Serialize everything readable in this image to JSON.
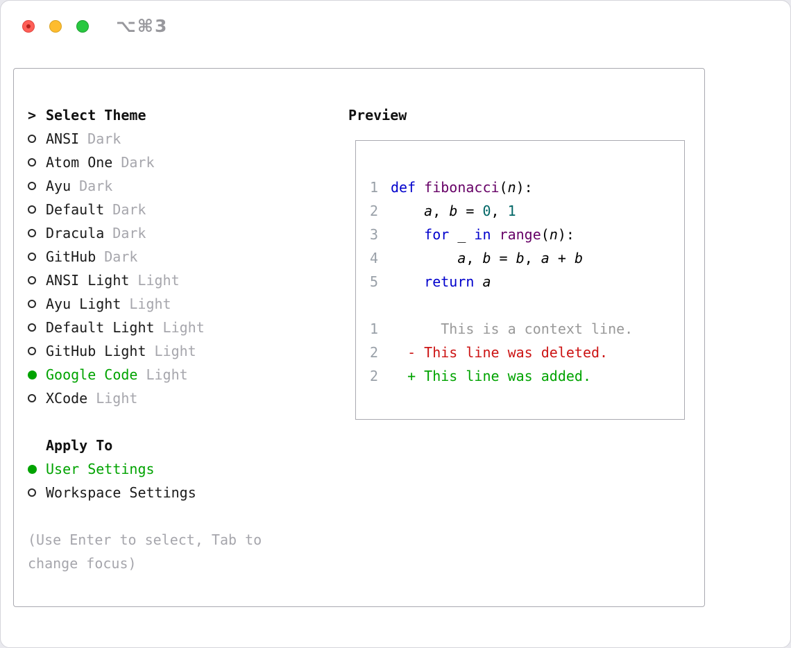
{
  "window": {
    "title": "⌥⌘3"
  },
  "theme_selector": {
    "prefix": ">",
    "header": "Select Theme",
    "items": [
      {
        "name": "ANSI",
        "variant": "Dark",
        "selected": false
      },
      {
        "name": "Atom One",
        "variant": "Dark",
        "selected": false
      },
      {
        "name": "Ayu",
        "variant": "Dark",
        "selected": false
      },
      {
        "name": "Default",
        "variant": "Dark",
        "selected": false
      },
      {
        "name": "Dracula",
        "variant": "Dark",
        "selected": false
      },
      {
        "name": "GitHub",
        "variant": "Dark",
        "selected": false
      },
      {
        "name": "ANSI Light",
        "variant": "Light",
        "selected": false
      },
      {
        "name": "Ayu Light",
        "variant": "Light",
        "selected": false
      },
      {
        "name": "Default Light",
        "variant": "Light",
        "selected": false
      },
      {
        "name": "GitHub Light",
        "variant": "Light",
        "selected": false
      },
      {
        "name": "Google Code",
        "variant": "Light",
        "selected": true
      },
      {
        "name": "XCode",
        "variant": "Light",
        "selected": false
      }
    ]
  },
  "apply_to": {
    "header": "Apply To",
    "options": [
      {
        "label": "User Settings",
        "selected": true
      },
      {
        "label": "Workspace Settings",
        "selected": false
      }
    ]
  },
  "hint": "(Use Enter to select, Tab to change focus)",
  "preview": {
    "header": "Preview",
    "code_lines": [
      {
        "num": "1",
        "tokens": [
          {
            "t": "def ",
            "c": "kw"
          },
          {
            "t": "fibonacci",
            "c": "typ"
          },
          {
            "t": "(",
            "c": "pln"
          },
          {
            "t": "n",
            "c": "var"
          },
          {
            "t": "):",
            "c": "pln"
          }
        ]
      },
      {
        "num": "2",
        "tokens": [
          {
            "t": "    ",
            "c": "pln"
          },
          {
            "t": "a",
            "c": "var"
          },
          {
            "t": ", ",
            "c": "pln"
          },
          {
            "t": "b",
            "c": "var"
          },
          {
            "t": " = ",
            "c": "pln"
          },
          {
            "t": "0",
            "c": "lit"
          },
          {
            "t": ", ",
            "c": "pln"
          },
          {
            "t": "1",
            "c": "lit"
          }
        ]
      },
      {
        "num": "3",
        "tokens": [
          {
            "t": "    ",
            "c": "pln"
          },
          {
            "t": "for",
            "c": "kw"
          },
          {
            "t": " _ ",
            "c": "pln"
          },
          {
            "t": "in",
            "c": "kw"
          },
          {
            "t": " ",
            "c": "pln"
          },
          {
            "t": "range",
            "c": "typ"
          },
          {
            "t": "(",
            "c": "pln"
          },
          {
            "t": "n",
            "c": "var"
          },
          {
            "t": "):",
            "c": "pln"
          }
        ]
      },
      {
        "num": "4",
        "tokens": [
          {
            "t": "        ",
            "c": "pln"
          },
          {
            "t": "a",
            "c": "var"
          },
          {
            "t": ", ",
            "c": "pln"
          },
          {
            "t": "b",
            "c": "var"
          },
          {
            "t": " = ",
            "c": "pln"
          },
          {
            "t": "b",
            "c": "var"
          },
          {
            "t": ", ",
            "c": "pln"
          },
          {
            "t": "a",
            "c": "var"
          },
          {
            "t": " + ",
            "c": "pln"
          },
          {
            "t": "b",
            "c": "var"
          }
        ]
      },
      {
        "num": "5",
        "tokens": [
          {
            "t": "    ",
            "c": "pln"
          },
          {
            "t": "return",
            "c": "kw"
          },
          {
            "t": " ",
            "c": "pln"
          },
          {
            "t": "a",
            "c": "var"
          }
        ]
      }
    ],
    "diff_lines": [
      {
        "num": "1",
        "tokens": [
          {
            "t": "      This is a context line.",
            "c": "ctx"
          }
        ]
      },
      {
        "num": "2",
        "tokens": [
          {
            "t": "  - This line was deleted.",
            "c": "del"
          }
        ]
      },
      {
        "num": "2",
        "tokens": [
          {
            "t": "  + This line was added.",
            "c": "add"
          }
        ]
      }
    ]
  },
  "colors": {
    "selected_green": "#00a300",
    "keyword": "#0000cc",
    "function_name": "#660066",
    "number_literal": "#006666",
    "muted": "#a6a6ac",
    "diff_context": "#999999",
    "diff_deleted": "#cc1414",
    "diff_added": "#00a300",
    "line_number": "#99a0a8"
  }
}
